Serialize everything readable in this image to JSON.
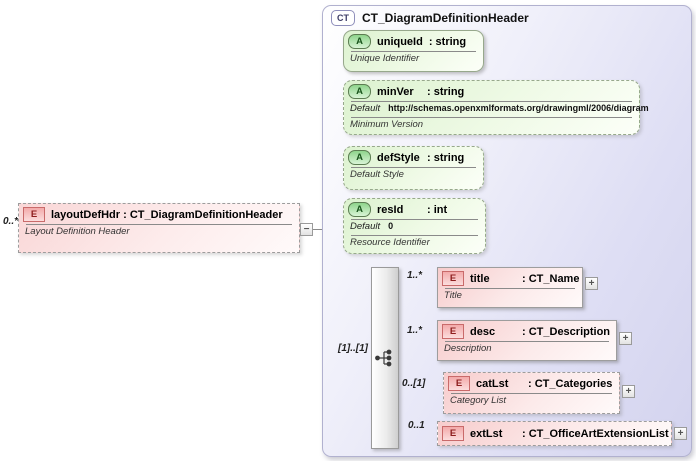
{
  "palette": {
    "element_fill": "#f7cccc",
    "attribute_fill": "#dcf2cf",
    "container_fill": "#d9d9f2",
    "element_badge_border": "#c96a6a",
    "attribute_badge_border": "#5c7d52",
    "connector_line": "#8a8a8a"
  },
  "src": {
    "multiplicity": "0..*",
    "badge": "E",
    "title": "layoutDefHdr : CT_DiagramDefinitionHeader",
    "description": "Layout Definition Header",
    "collapse_glyph": "−"
  },
  "ct": {
    "badge": "CT",
    "title": "CT_DiagramDefinitionHeader",
    "attributes": [
      {
        "badge": "A",
        "name": "uniqueId",
        "type": ": string",
        "description": "Unique Identifier"
      },
      {
        "badge": "A",
        "name": "minVer",
        "type": ": string",
        "default_label": "Default",
        "default_value": "http://schemas.openxmlformats.org/drawingml/2006/diagram",
        "description": "Minimum Version"
      },
      {
        "badge": "A",
        "name": "defStyle",
        "type": ": string",
        "description": "Default Style"
      },
      {
        "badge": "A",
        "name": "resId",
        "type": ": int",
        "default_label": "Default",
        "default_value": "0",
        "description": "Resource Identifier"
      }
    ],
    "sequence": {
      "label": "[1]..[1]"
    },
    "children": [
      {
        "badge": "E",
        "multiplicity": "1..*",
        "name": "title",
        "type": ": CT_Name",
        "description": "Title",
        "expand_glyph": "+"
      },
      {
        "badge": "E",
        "multiplicity": "1..*",
        "name": "desc",
        "type": ": CT_Description",
        "description": "Description",
        "expand_glyph": "+"
      },
      {
        "badge": "E",
        "multiplicity": "0..[1]",
        "name": "catLst",
        "type": ": CT_Categories",
        "description": "Category List",
        "expand_glyph": "+"
      },
      {
        "badge": "E",
        "multiplicity": "0..1",
        "name": "extLst",
        "type": ": CT_OfficeArtExtensionList",
        "expand_glyph": "+"
      }
    ]
  }
}
